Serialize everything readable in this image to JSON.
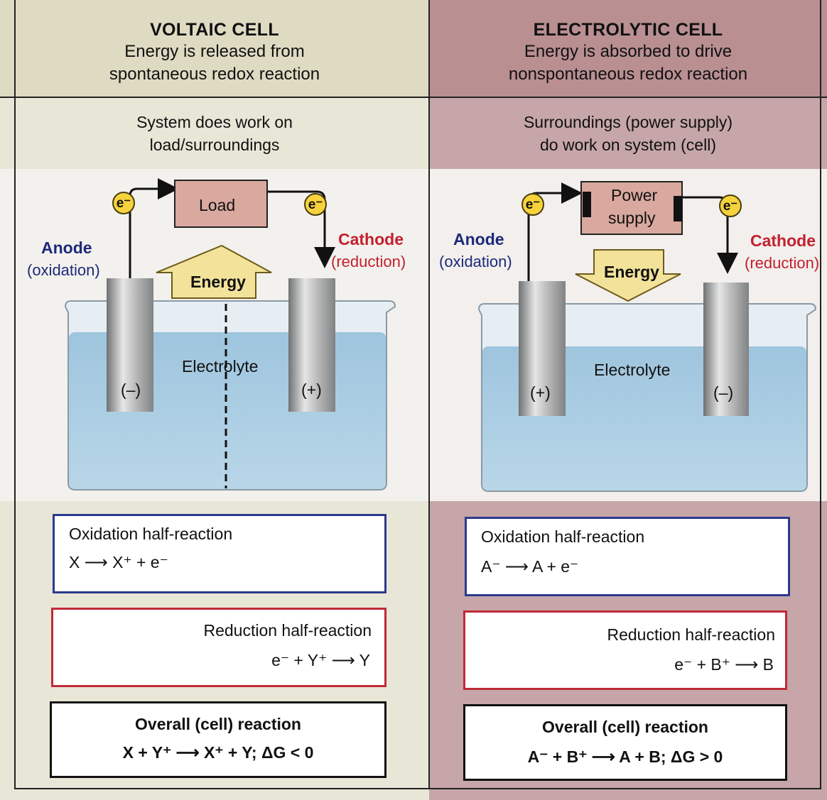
{
  "voltaic": {
    "title": "VOLTAIC CELL",
    "subtitle_line1": "Energy is released from",
    "subtitle_line2": "spontaneous redox reaction",
    "work_line1": "System does work on",
    "work_line2": "load/surroundings",
    "load_label": "Load",
    "electron_label": "e⁻",
    "energy_label": "Energy",
    "anode_label": "Anode",
    "anode_sub": "(oxidation)",
    "cathode_label": "Cathode",
    "cathode_sub": "(reduction)",
    "electrolyte_label": "Electrolyte",
    "anode_sign": "(–)",
    "cathode_sign": "(+)",
    "oxidation_title": "Oxidation half-reaction",
    "oxidation_eq_left": "X",
    "oxidation_eq_right": "X⁺ + e⁻",
    "reduction_title": "Reduction half-reaction",
    "reduction_eq_left": "e⁻ + Y⁺",
    "reduction_eq_right": "Y",
    "overall_title": "Overall (cell) reaction",
    "overall_eq_left": "X + Y⁺",
    "overall_eq_right": "X⁺ + Y; ΔG < 0"
  },
  "electrolytic": {
    "title": "ELECTROLYTIC CELL",
    "subtitle_line1": "Energy is absorbed to drive",
    "subtitle_line2": "nonspontaneous redox reaction",
    "work_line1": "Surroundings (power supply)",
    "work_line2": "do work on system (cell)",
    "power_label_line1": "Power",
    "power_label_line2": "supply",
    "electron_label": "e⁻",
    "energy_label": "Energy",
    "anode_label": "Anode",
    "anode_sub": "(oxidation)",
    "cathode_label": "Cathode",
    "cathode_sub": "(reduction)",
    "electrolyte_label": "Electrolyte",
    "anode_sign": "(+)",
    "cathode_sign": "(–)",
    "oxidation_title": "Oxidation half-reaction",
    "oxidation_eq_left": "A⁻",
    "oxidation_eq_right": "A + e⁻",
    "reduction_title": "Reduction half-reaction",
    "reduction_eq_left": "e⁻ + B⁺",
    "reduction_eq_right": "B",
    "overall_title": "Overall (cell) reaction",
    "overall_eq_left": "A⁻ + B⁺",
    "overall_eq_right": "A + B; ΔG > 0"
  },
  "colors": {
    "anode_text": "#1d2a7a",
    "cathode_text": "#c3202e",
    "oxidation_border": "#2c3a8c",
    "reduction_border": "#c02a36",
    "electrolyte": "#9fc6de",
    "energy_arrow": "#f3e39a",
    "load_box": "#d9a89e",
    "electron_badge": "#f6d23c"
  }
}
